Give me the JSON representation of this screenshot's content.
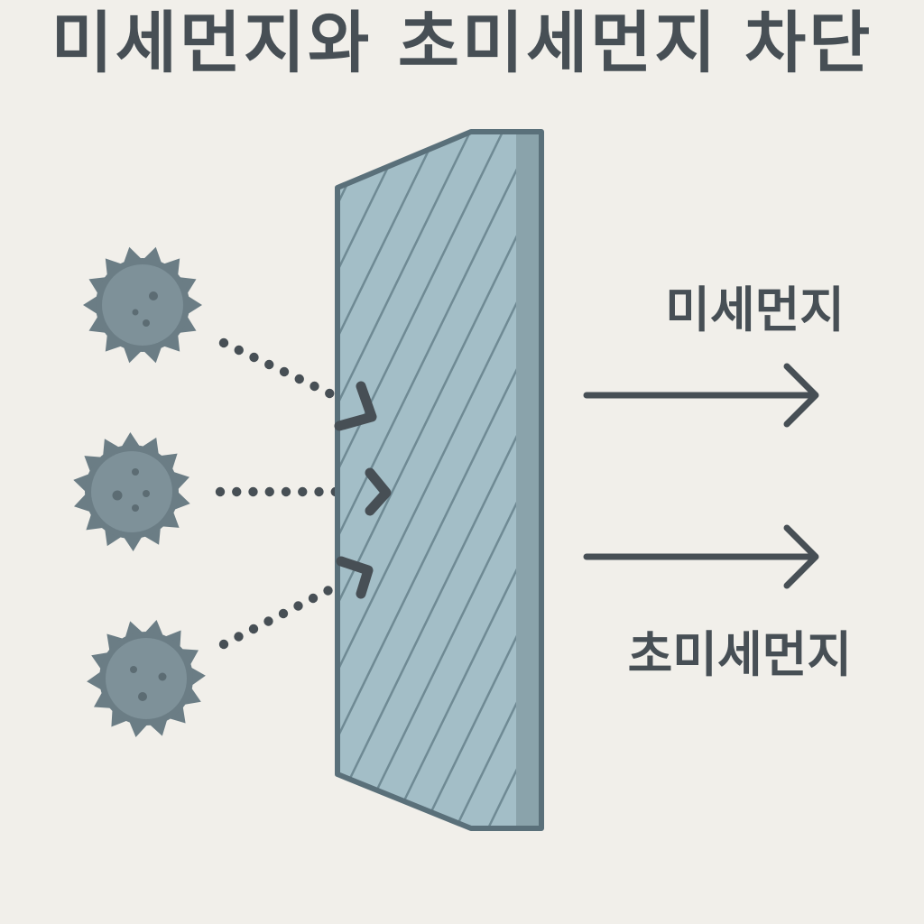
{
  "title": "미세먼지와 초미세먼지 차단",
  "labels": {
    "fine_dust": "미세먼지",
    "ultrafine_dust": "초미세먼지"
  },
  "colors": {
    "background": "#f1efea",
    "text": "#474f55",
    "particle_fill": "#7e9199",
    "particle_spot": "#5c6c73",
    "filter_face": "#a3bec7",
    "filter_edge": "#8aa3ab",
    "filter_outline": "#5a707a",
    "arrow": "#474f55"
  },
  "icons": {
    "particle": "dust-particle-icon",
    "filter": "filter-panel-icon",
    "arrow": "right-arrow-icon"
  }
}
